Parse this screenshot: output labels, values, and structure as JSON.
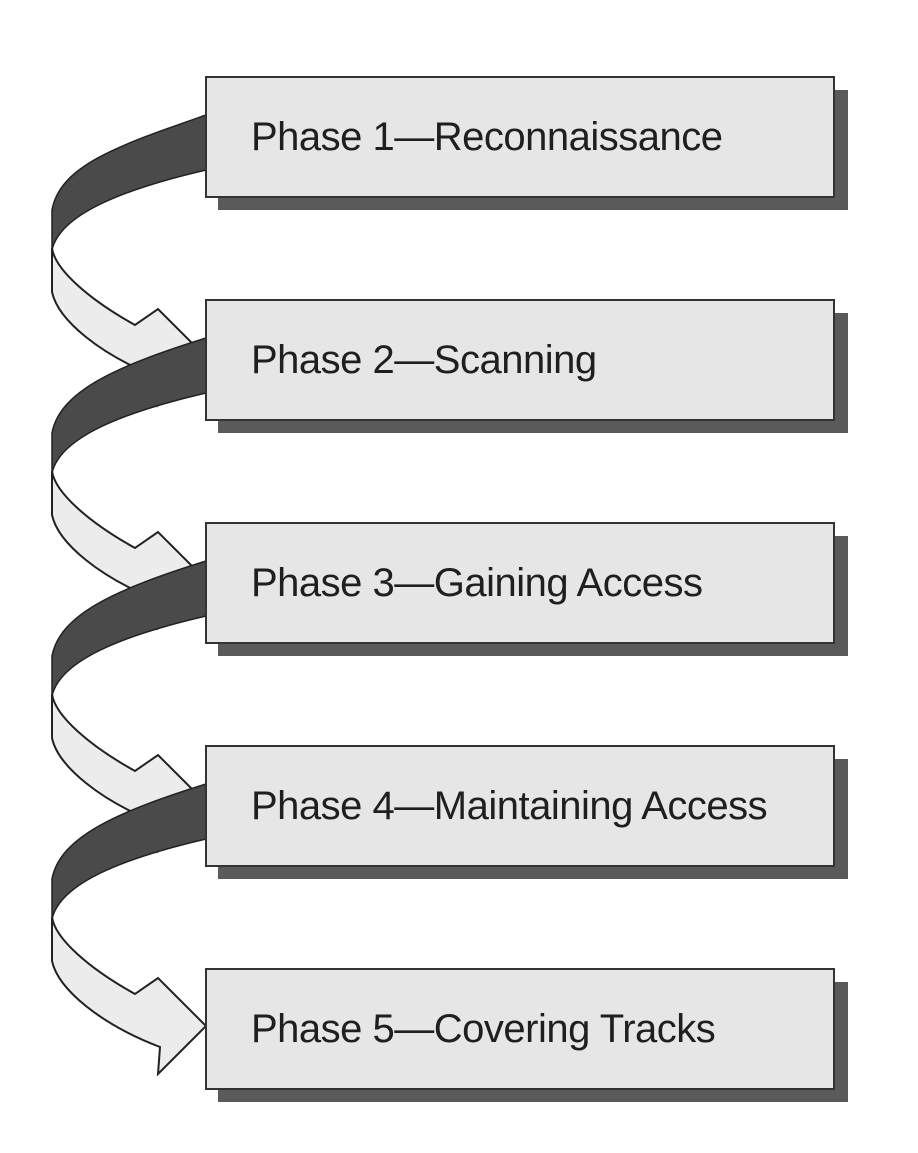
{
  "phases": [
    {
      "label": "Phase 1—Reconnaissance"
    },
    {
      "label": "Phase 2—Scanning"
    },
    {
      "label": "Phase 3—Gaining Access"
    },
    {
      "label": "Phase 4—Maintaining Access"
    },
    {
      "label": "Phase 5—Covering Tracks"
    }
  ],
  "colors": {
    "box_fill": "#e6e6e6",
    "box_border": "#333333",
    "box_shadow": "#5a5a5a",
    "arrow_dark": "#4a4a4a",
    "arrow_light": "#ececec",
    "arrow_outline": "#222222"
  }
}
